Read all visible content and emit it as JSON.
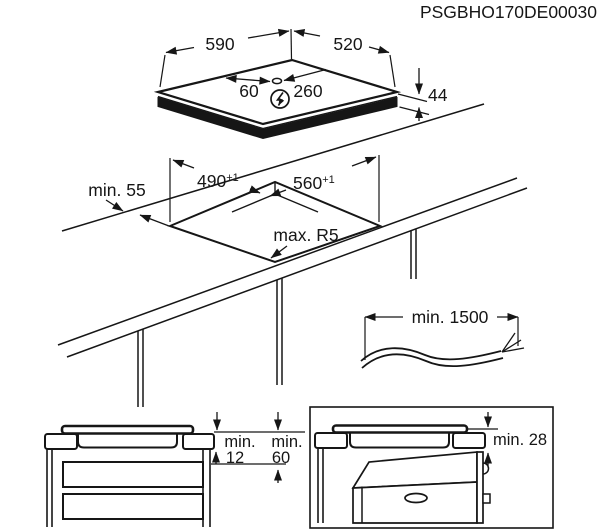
{
  "title": "PSGBHO170DE00030",
  "hob": {
    "width": "590",
    "depth": "520",
    "height": "44",
    "cable_offset_a": "60",
    "cable_offset_b": "260"
  },
  "cutout": {
    "width": "490",
    "width_tol": "+1",
    "depth": "560",
    "depth_tol": "+1",
    "rear_clearance": "min. 55",
    "corner_radius": "max. R5"
  },
  "cable": {
    "min_length": "min. 1500"
  },
  "clearances": {
    "min_label_a": "min.",
    "below_hob": "12",
    "min_label_b": "min.",
    "to_drawer": "60",
    "above_oven": "min. 28"
  },
  "icons": {
    "power_symbol": "lightning-in-circle"
  }
}
